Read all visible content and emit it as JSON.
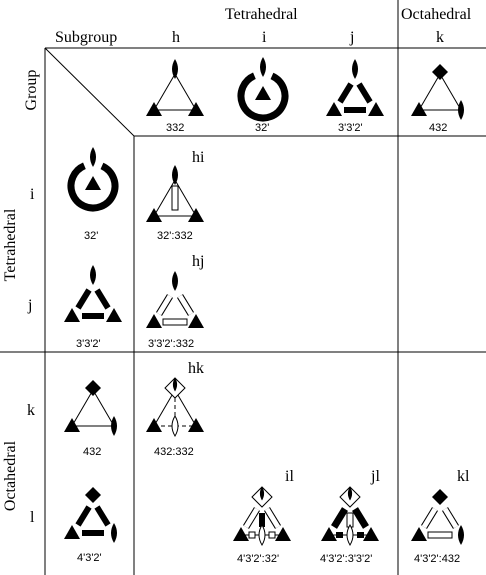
{
  "columns": {
    "tetrahedral": "Tetrahedral",
    "octahedral": "Octahedral",
    "subgroup": "Subgroup",
    "h": "h",
    "i": "i",
    "j": "j",
    "k": "k"
  },
  "rows": {
    "group": "Group",
    "tetrahedral": "Tetrahedral",
    "octahedral": "Octahedral",
    "i": "i",
    "j": "j",
    "k": "k",
    "l": "l"
  },
  "captions": {
    "g_h": "332",
    "g_i": "32'",
    "g_j": "3'3'2'",
    "g_k": "432",
    "r_i": "32'",
    "r_j": "3'3'2'",
    "r_k": "432",
    "r_l": "4'3'2'",
    "hi": "32':332",
    "hj": "3'3'2':332",
    "hk": "432:332",
    "il": "4'3'2':32'",
    "jl": "4'3'2':3'3'2'",
    "kl": "4'3'2':432"
  },
  "cell_labels": {
    "hi": "hi",
    "hj": "hj",
    "hk": "hk",
    "il": "il",
    "jl": "jl",
    "kl": "kl"
  }
}
